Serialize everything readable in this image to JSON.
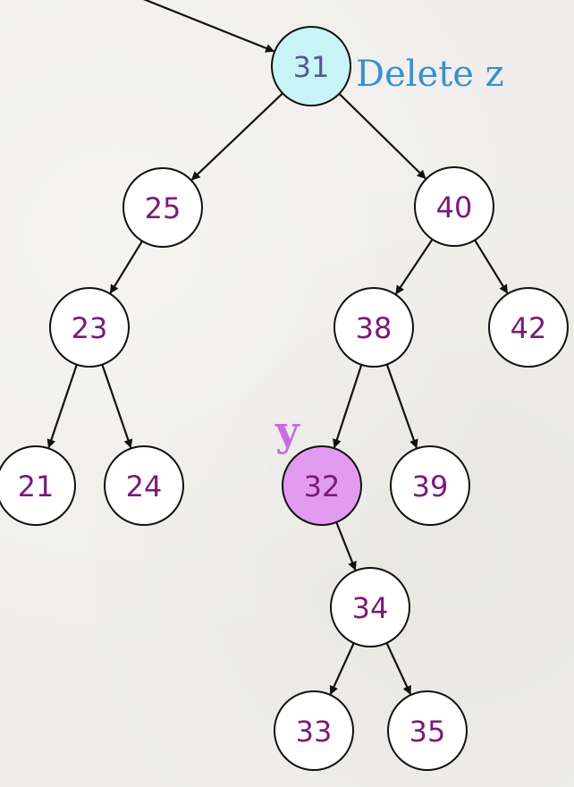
{
  "diagram": {
    "colors": {
      "default_fill": "#ffffff",
      "label_color": "#7a1a7a",
      "deleted_fill": "#c8f4f8",
      "deleted_label": "#555a8a",
      "successor_fill": "#e39bf0",
      "edge": "#111111",
      "delete_text": "#3a8fd0",
      "y_text": "#c86ee0"
    },
    "nodes": [
      {
        "id": "n31",
        "label": "31",
        "role": "deleted"
      },
      {
        "id": "n25",
        "label": "25",
        "role": "normal"
      },
      {
        "id": "n40",
        "label": "40",
        "role": "normal"
      },
      {
        "id": "n23",
        "label": "23",
        "role": "normal"
      },
      {
        "id": "n38",
        "label": "38",
        "role": "normal"
      },
      {
        "id": "n42",
        "label": "42",
        "role": "normal"
      },
      {
        "id": "n21",
        "label": "21",
        "role": "normal"
      },
      {
        "id": "n24",
        "label": "24",
        "role": "normal"
      },
      {
        "id": "n32",
        "label": "32",
        "role": "successor"
      },
      {
        "id": "n39",
        "label": "39",
        "role": "normal"
      },
      {
        "id": "n34",
        "label": "34",
        "role": "normal"
      },
      {
        "id": "n33",
        "label": "33",
        "role": "normal"
      },
      {
        "id": "n35",
        "label": "35",
        "role": "normal"
      }
    ],
    "edges": [
      {
        "from": "n31",
        "to": "n25"
      },
      {
        "from": "n31",
        "to": "n40"
      },
      {
        "from": "n25",
        "to": "n23"
      },
      {
        "from": "n23",
        "to": "n21"
      },
      {
        "from": "n23",
        "to": "n24"
      },
      {
        "from": "n40",
        "to": "n38"
      },
      {
        "from": "n40",
        "to": "n42"
      },
      {
        "from": "n38",
        "to": "n32"
      },
      {
        "from": "n38",
        "to": "n39"
      },
      {
        "from": "n32",
        "to": "n34"
      },
      {
        "from": "n34",
        "to": "n33"
      },
      {
        "from": "n34",
        "to": "n35"
      }
    ],
    "annotations": {
      "delete_label": "Delete z",
      "y_label": "y"
    }
  }
}
